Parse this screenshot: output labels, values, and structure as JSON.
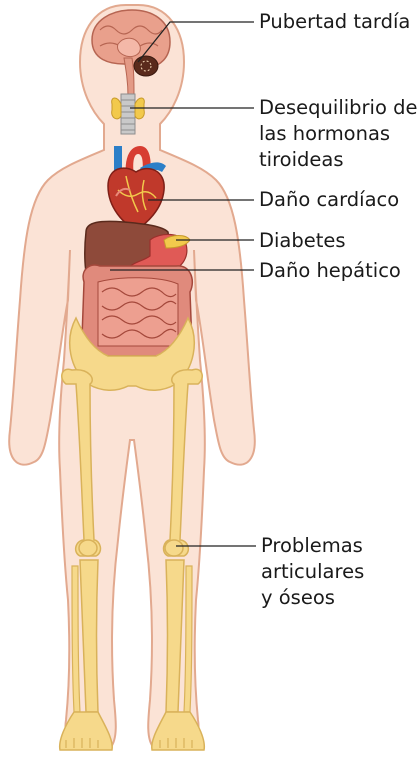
{
  "labels": {
    "pubertad": "Pubertad tardía",
    "tiroides": [
      "Desequilibrio de",
      "las hormonas",
      "tiroideas"
    ],
    "cardiaco": "Daño cardíaco",
    "diabetes": "Diabetes",
    "hepatico": "Daño hepático",
    "articulares": [
      "Problemas",
      "articulares",
      "y óseos"
    ]
  },
  "colors": {
    "skin": "#fbe3d6",
    "skin_outline": "#e2a98f",
    "bone": "#f6d98b",
    "bone_outline": "#d9b25a",
    "liver": "#8e4a3a",
    "intestine": "#e08a7c",
    "heart": "#c0392b",
    "artery_blue": "#2c7fc8",
    "brain": "#d98c79",
    "leader_line": "#222222"
  }
}
